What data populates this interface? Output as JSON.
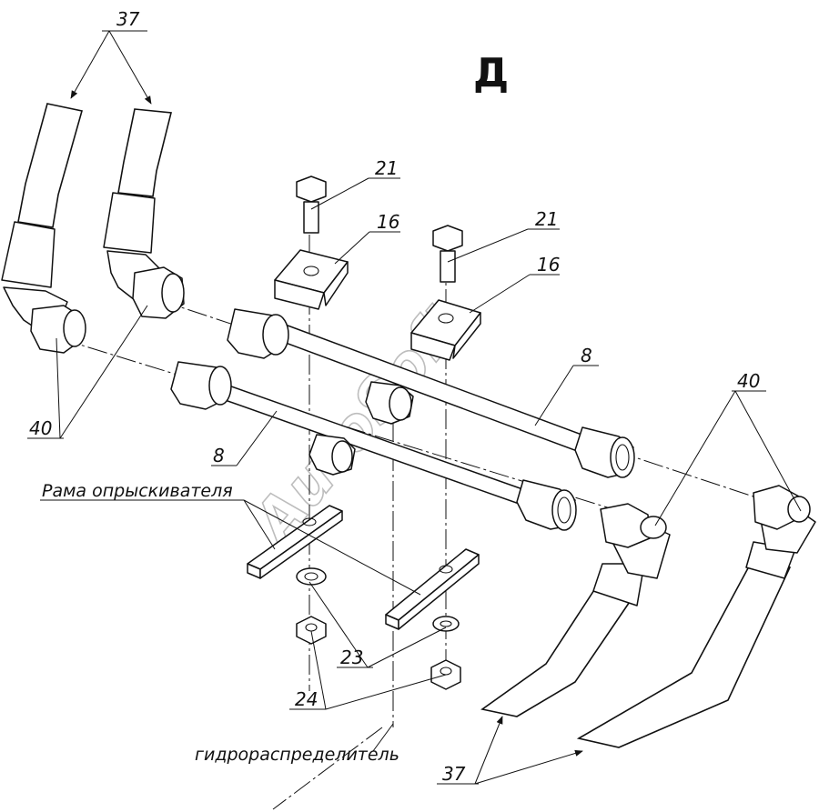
{
  "view_label": "Д",
  "watermark": "AutoSoft",
  "labels": {
    "hose_top": "37",
    "hose_bottom": "37",
    "union_left": "40",
    "union_right": "40",
    "bolt_1": "21",
    "bolt_2": "21",
    "bracket_1": "16",
    "bracket_2": "16",
    "tube_1": "8",
    "tube_2": "8",
    "washer": "23",
    "nut": "24"
  },
  "captions": {
    "frame": "Рама опрыскивателя",
    "valve": "гидрораспределитель"
  }
}
